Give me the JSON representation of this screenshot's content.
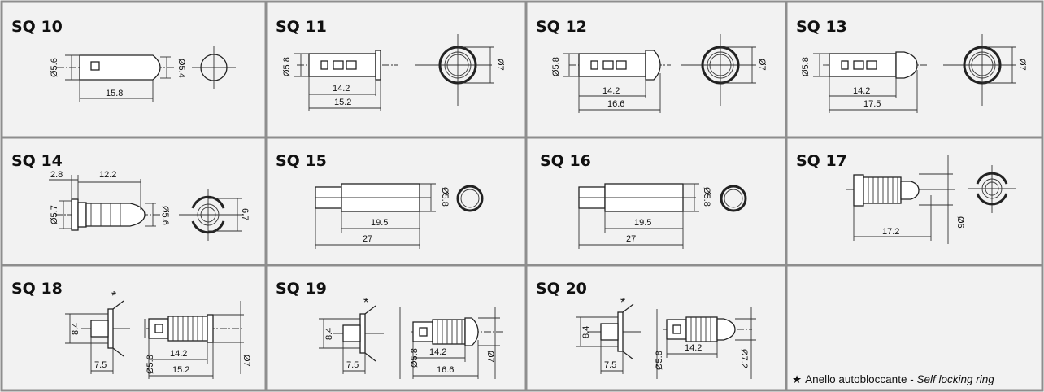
{
  "cells": {
    "sq10": {
      "title": "SQ 10",
      "dim_length": "15.8",
      "dim_dia_left": "Ø5.6",
      "dim_dia_right": "Ø5.4"
    },
    "sq11": {
      "title": "SQ 11",
      "dim_dia": "Ø5.8",
      "dim_len_inner": "14.2",
      "dim_len_outer": "15.2",
      "dim_head": "Ø7"
    },
    "sq12": {
      "title": "SQ 12",
      "dim_dia": "Ø5.8",
      "dim_len_inner": "14.2",
      "dim_len_outer": "16.6",
      "dim_head": "Ø7"
    },
    "sq13": {
      "title": "SQ 13",
      "dim_dia": "Ø5.8",
      "dim_len_inner": "14.2",
      "dim_len_outer": "17.5",
      "dim_head": "Ø7"
    },
    "sq14": {
      "title": "SQ 14",
      "dim_a": "2.8",
      "dim_b": "12.2",
      "dim_dia_left": "Ø5.7",
      "dim_dia_right": "Ø5.6",
      "dim_side": "6.7"
    },
    "sq15": {
      "title": "SQ 15",
      "dim_dia": "Ø5.8",
      "dim_len_inner": "19.5",
      "dim_len_outer": "27"
    },
    "sq16": {
      "title": "SQ 16",
      "dim_dia": "Ø5.8",
      "dim_len_inner": "19.5",
      "dim_len_outer": "27"
    },
    "sq17": {
      "title": "SQ 17",
      "dim_len": "17.2",
      "dim_dia": "Ø6"
    },
    "sq18": {
      "title": "SQ 18",
      "star": "*",
      "dim_ring_h": "8.4",
      "dim_ring_w": "7.5",
      "dim_dia": "Ø5.8",
      "dim_len_inner": "14.2",
      "dim_len_outer": "15.2",
      "dim_head": "Ø7"
    },
    "sq19": {
      "title": "SQ 19",
      "star": "*",
      "dim_ring_h": "8.4",
      "dim_ring_w": "7.5",
      "dim_dia": "Ø5.8",
      "dim_len_inner": "14.2",
      "dim_len_outer": "16.6",
      "dim_head": "Ø7"
    },
    "sq20": {
      "title": "SQ 20",
      "star": "*",
      "dim_ring_h": "8.4",
      "dim_ring_w": "7.5",
      "dim_dia": "Ø5.8",
      "dim_len_inner": "14.2",
      "dim_head": "Ø7.2"
    }
  },
  "legend": {
    "star": "★",
    "text_it": "Anello autobloccante - ",
    "text_en": "Self locking ring"
  }
}
